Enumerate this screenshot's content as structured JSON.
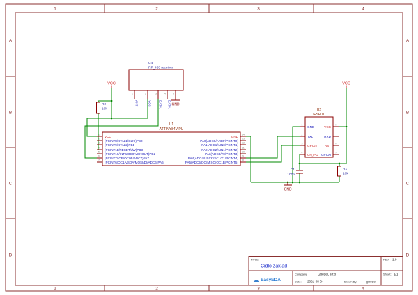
{
  "frame": {
    "cols": [
      "1",
      "2",
      "3",
      "4"
    ],
    "rows": [
      "A",
      "B",
      "C",
      "D"
    ]
  },
  "power": {
    "vcc": "VCC",
    "gnd": "GND"
  },
  "components": {
    "u4": {
      "ref": "U4",
      "value": "RF_433 receiver",
      "pins": [
        {
          "num": "1",
          "name": "ANT"
        },
        {
          "num": "2",
          "name": "VCC"
        },
        {
          "num": "3",
          "name": "DATA"
        },
        {
          "num": "4",
          "name": "DATA"
        },
        {
          "num": "5",
          "name": "GND"
        }
      ]
    },
    "u1": {
      "ref": "U1",
      "value": "ATTINY84V-PU",
      "left_pins": [
        {
          "num": "1",
          "name": "VCC"
        },
        {
          "num": "2",
          "name": "(PCINT8/XTAL1/CLKI)PB0"
        },
        {
          "num": "3",
          "name": "(PCINT9/XTAL2)PB1"
        },
        {
          "num": "4",
          "name": "(PCINT11/RESET/dW)PB3"
        },
        {
          "num": "5",
          "name": "(PCINT10/INT0/OC0A/CKOUT)PB2"
        },
        {
          "num": "6",
          "name": "(PCINT7/ICP/OC0B/ADC7)PA7"
        },
        {
          "num": "7",
          "name": "(PCINT6/OC1A/SDA/MOSI/DI/ADC6)PA6"
        }
      ],
      "right_pins": [
        {
          "num": "14",
          "name": "GND"
        },
        {
          "num": "13",
          "name": "PA0(ADC0/AREF/PCINT0)"
        },
        {
          "num": "12",
          "name": "PA1(ADC1/AIN0/PCINT1)"
        },
        {
          "num": "11",
          "name": "PA2(ADC2/AIN1/PCINT2)"
        },
        {
          "num": "10",
          "name": "PA3(ADC3/T0/PCINT3)"
        },
        {
          "num": "9",
          "name": "PA4(ADC4/USCK/SCL/T1/PCINT4)"
        },
        {
          "num": "8",
          "name": "PA5(ADC5/DO/MISO/OC1B/PCINT5)"
        }
      ]
    },
    "u2": {
      "ref": "U2",
      "value": "ESP01",
      "left_pins": [
        {
          "num": "1",
          "name": "GND"
        },
        {
          "num": "2",
          "name": "TXD"
        },
        {
          "num": "3",
          "name": "GPIO2"
        },
        {
          "num": "4",
          "name": "CH_PD"
        }
      ],
      "right_pins": [
        {
          "num": "8",
          "name": "VCC"
        },
        {
          "num": "7",
          "name": "RXD"
        },
        {
          "num": "6",
          "name": "RST"
        },
        {
          "num": "5",
          "name": "GPIO0"
        }
      ]
    },
    "r2": {
      "ref": "R2",
      "value": "10k"
    },
    "r1": {
      "ref": "R1",
      "value": "10k"
    },
    "c1": {
      "ref": "C1",
      "value": "100n"
    }
  },
  "titleblock": {
    "title_label": "TITLE:",
    "title": "Cidlo zaklad",
    "rev_label": "REV:",
    "rev": "1.0",
    "sheet_label": "Sheet:",
    "sheet": "1/1",
    "company_label": "Company:",
    "company": "Goedel, s.r.o.",
    "date_label": "Date:",
    "date": "2021-08-04",
    "drawn_label": "Drawn By:",
    "drawn_by": "goedel",
    "brand": "EasyEDA"
  },
  "colors": {
    "wire": "#008800",
    "symbol_outline": "#8b0000",
    "frame": "#8b3030",
    "pin_name_blue": "#2222bb",
    "pin_name_red": "#cc2222",
    "ref_text": "#8b2500",
    "title_text": "#2233cc",
    "brand_blue": "#2b7cd3"
  }
}
